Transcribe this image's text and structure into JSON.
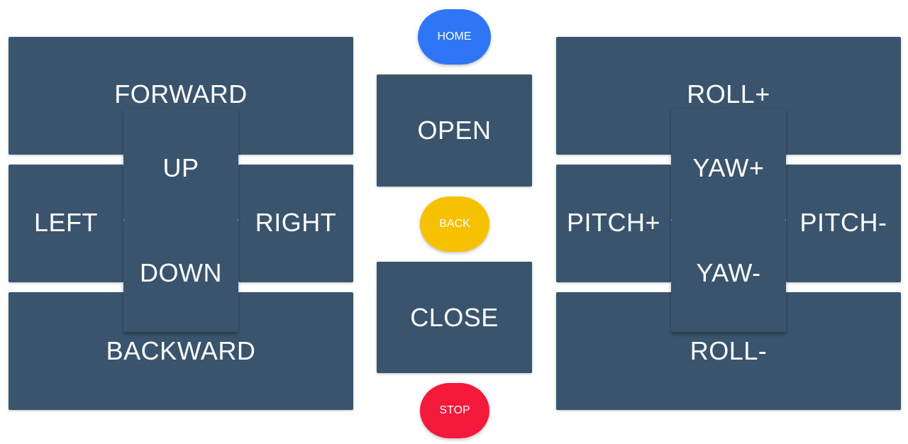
{
  "left_pad": {
    "forward": "FORWARD",
    "left": "LEFT",
    "right": "RIGHT",
    "backward": "BACKWARD",
    "up": "UP",
    "down": "DOWN"
  },
  "center": {
    "home": "HOME",
    "open": "OPEN",
    "back": "BACK",
    "close": "CLOSE",
    "stop": "STOP"
  },
  "right_pad": {
    "roll_plus": "ROLL+",
    "pitch_plus": "PITCH+",
    "pitch_minus": "PITCH-",
    "roll_minus": "ROLL-",
    "yaw_plus": "YAW+",
    "yaw_minus": "YAW-"
  },
  "colors": {
    "button": "#3b546d",
    "home": "#2f76f6",
    "back": "#f6c200",
    "stop": "#f5193c"
  }
}
